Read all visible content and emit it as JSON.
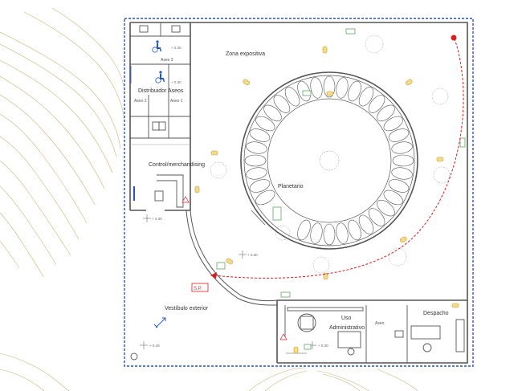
{
  "rooms": {
    "zona_expositiva": "Zona expositiva",
    "aseo_3": "Aseo 3",
    "distribuidor_aseos": "Distribuidor Aseos",
    "aseo_2": "Aseo 2",
    "aseo_1": "Aseo 1",
    "control_merchandising": "Control/merchandising",
    "planetario": "Planetario",
    "vestibulo_exterior": "Vestíbulo exterior",
    "uso_administrativo_1": "Uso",
    "uso_administrativo_2": "Administrativo",
    "aseo": "Aseo",
    "despacho": "Despacho"
  },
  "tags": {
    "sp": "S.P."
  },
  "levels": {
    "lvl_a": "+ 0.30",
    "lvl_b": "+ 0.30",
    "lvl_c": "+ 0.30",
    "lvl_d": "+ 0.15",
    "lvl_e": "+ 0.30",
    "lvl_f": "+ 0.30"
  },
  "colors": {
    "wall": "#555555",
    "boundary": "#2c54b5",
    "evacuation": "#d42020",
    "contour": "#c9b478",
    "extinguisher": "#e8c458",
    "accessibility": "#1f56c8",
    "signage": "#4a9a4a"
  },
  "icons": [
    "accessibility-icon",
    "fire-extinguisher-icon",
    "emergency-light-icon",
    "exit-sign-icon",
    "north-arrow-icon"
  ]
}
